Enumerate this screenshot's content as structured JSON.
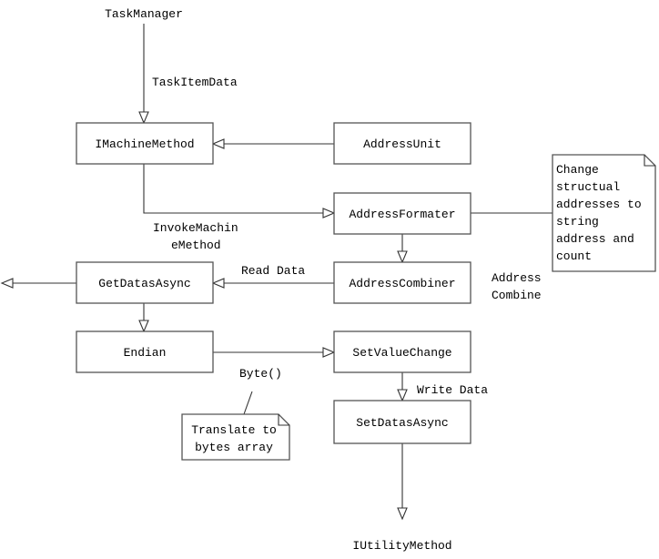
{
  "nodes": {
    "task_manager": "TaskManager",
    "imachine_method": "IMachineMethod",
    "address_unit": "AddressUnit",
    "address_formater": "AddressFormater",
    "address_combiner": "AddressCombiner",
    "get_datas_async": "GetDatasAsync",
    "endian": "Endian",
    "set_value_change": "SetValueChange",
    "set_datas_async": "SetDatasAsync",
    "iutility_method": "IUtilityMethod"
  },
  "labels": {
    "task_item_data": "TaskItemData",
    "invoke_line1": "InvokeMachin",
    "invoke_line2": "eMethod",
    "read_data": "Read Data",
    "address_combine_line1": "Address",
    "address_combine_line2": "Combine",
    "byte": "Byte()",
    "write_data": "Write Data"
  },
  "notes": {
    "formater_note": [
      "Change",
      "structual",
      "addresses to",
      "string",
      "address and",
      "count"
    ],
    "byte_note": [
      "Translate to",
      "bytes array"
    ]
  }
}
